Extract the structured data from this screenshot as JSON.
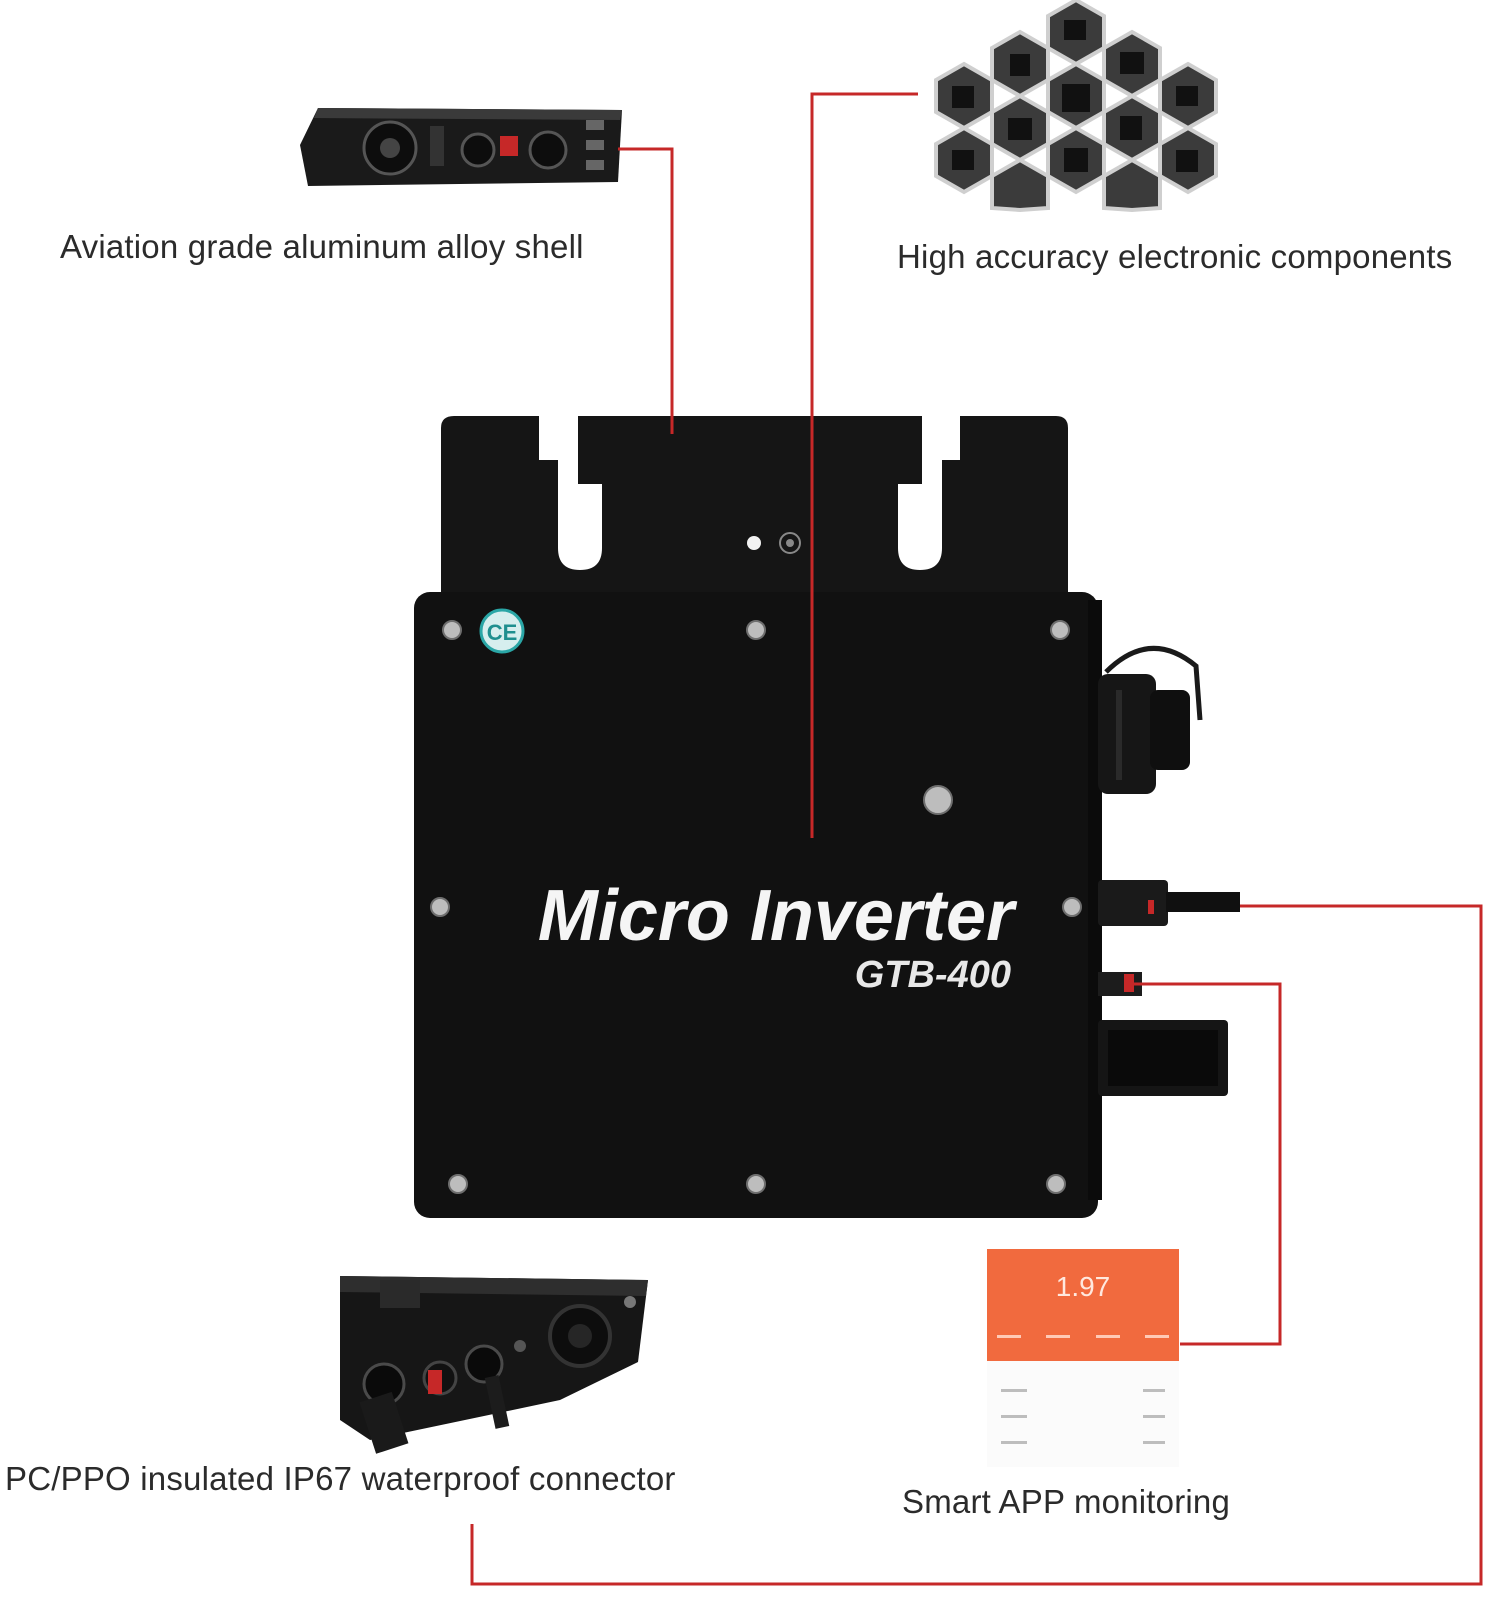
{
  "features": {
    "shell": "Aviation grade aluminum alloy shell",
    "components": "High accuracy electronic components",
    "connector": "PC/PPO insulated IP67 waterproof connector",
    "app": "Smart APP monitoring"
  },
  "product": {
    "name": "Micro Inverter",
    "model": "GTB-400",
    "cert_mark": "CE"
  },
  "app_screen": {
    "value": "1.97",
    "accent_color": "#f16a3e"
  },
  "colors": {
    "leader_line": "#c62828",
    "device_body": "#111111"
  }
}
